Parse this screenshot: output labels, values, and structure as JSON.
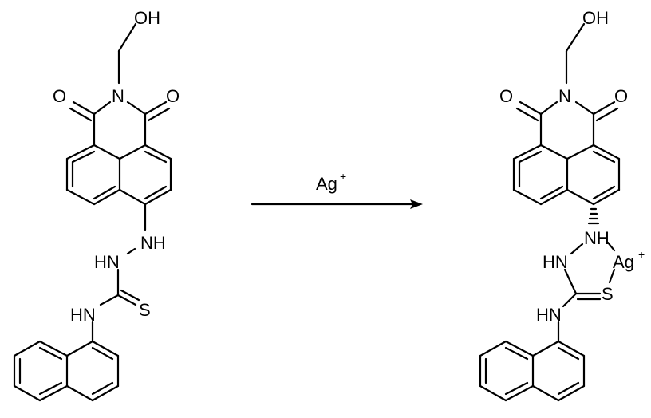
{
  "reactant": {
    "atoms": {
      "oh": "OH",
      "n_imide": "N",
      "o_left": "O",
      "o_right": "O",
      "nh": "NH",
      "hn_hydrazine": "HN",
      "hn_thiourea": "HN",
      "s": "S"
    }
  },
  "arrow": {
    "reagent": "Ag",
    "reagent_charge": "+"
  },
  "product": {
    "atoms": {
      "oh": "OH",
      "n_imide": "N",
      "o_left": "O",
      "o_right": "O",
      "nh": "NH",
      "hn_ring": "HN",
      "ag": "Ag",
      "ag_charge": "+",
      "s": "S",
      "hn_thiourea": "HN"
    }
  }
}
